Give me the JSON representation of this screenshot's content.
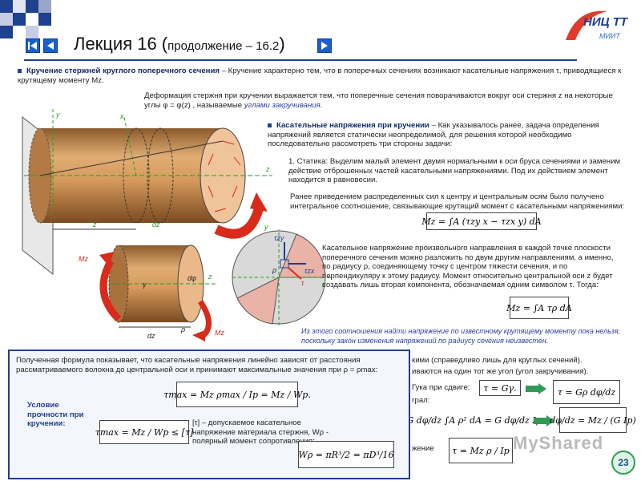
{
  "header": {
    "title_main": "Лекция 16 (",
    "title_small": "продолжение – 16.2",
    "title_close": ")",
    "logo_text": "НИЦ ТТ",
    "logo_sub": "МИИТ"
  },
  "intro": {
    "heading": "Кручение стержней круглого поперечного сечения",
    "text": " – Кручение характерно тем, что в поперечных сечениях возникают касательные напряжения τ, приводящиеся к крутящему моменту Mz."
  },
  "deformation": {
    "text": "Деформация стержня при кручении выражается тем, что поперечные сечения поворачиваются вокруг оси стержня z на некоторые углы φ = φ(z) , называемые ",
    "italic": "углами закручивания."
  },
  "tangential": {
    "heading": "Касательные напряжения при кручении",
    "text": " – Как указывалось ранее, задача определения напряжений является статически неопределимой, для решения которой необходимо последовательно рассмотреть три стороны задачи:"
  },
  "statics": {
    "text": "1. Статика: Выделим малый элемент двумя нормальными к оси бруса сечениями и заменим действие отброшенных частей касательными напряжениями. Под их действием элемент находится в равновесии."
  },
  "integral": {
    "text": "Ранее приведением распределенных сил к центру и центральным осям было получено интегральное соотношение, связывающие крутящий момент с касательными напряжениями:",
    "formula": "Mz = ∫A (τzy x − τzx y) dA"
  },
  "decompose": {
    "text": "Касательное напряжение произвольного направления в каждой точке плоскости поперечного сечения можно разложить по двум другим направлениям, а именно, по радиусу ρ, соединяющему точку с центром тяжести сечения, и по перпендикуляру к этому радиусу. Момент относительно центральной оси z будет создавать лишь вторая компонента, обозначаемая одним символом τ. Тогда:",
    "formula": "Mz = ∫A τρ dA"
  },
  "note": {
    "text": "Из этого соотношения найти напряжение по известному крутящему моменту пока нельзя, поскольку закон изменения напряжений по радиусу сечения неизвестен."
  },
  "partial": {
    "line1": "кими (справедливо лишь для круглых сечений).",
    "line2": "иваются на один тот же угол (угол закручивания).",
    "line3": "Гука при сдвиге:",
    "line4": "грал:",
    "line5": "жение",
    "f_hooke": "τ = Gγ.",
    "f_tau": "τ = Gρ dφ/dz",
    "f_int": "= G dφ/dz ∫A ρ² dA = G dφ/dz Ip.",
    "f_twist": "dφ/dz = Mz / (G Ip)",
    "f_final": "τ = Mz ρ / Ip"
  },
  "bottom": {
    "text": "Полученная формула показывает, что касательные напряжения линейно зависят от расстояния рассматриваемого волокна до центральной оси и принимают максимальные значения при ρ = ρmax:",
    "f_max": "τmax = Mz ρmax / Ip = Mz / Wp.",
    "condition_label": "Условие прочности при кручении:",
    "f_cond": "τmax = Mz / Wp ≤ [τ]",
    "def_text": "[τ] – допускаемое касательное напряжение материала стержня, Wρ - полярный момент сопротивления:",
    "f_wp": "Wρ = πR³/2 = πD³/16"
  },
  "diagram": {
    "labels": [
      "y",
      "x",
      "z",
      "z",
      "dz",
      "Mz",
      "Mz",
      "Mz",
      "dz",
      "y",
      "τzy",
      "τzx",
      "x",
      "ρ",
      "z",
      "dφ",
      "γ",
      "τ",
      "ρ"
    ]
  },
  "page": {
    "number": "23",
    "watermark": "MyShared"
  },
  "colors": {
    "accent": "#1f3f8f",
    "cylinder": "#c98a4f",
    "arrow_red": "#d92a1a",
    "box_fill": "#f4f6fd"
  }
}
